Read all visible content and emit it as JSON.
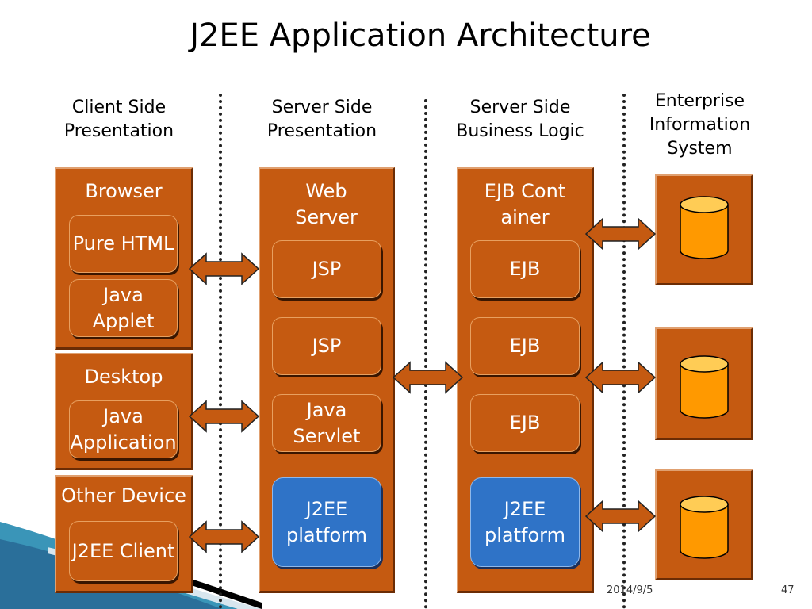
{
  "slide": {
    "title": "J2EE Application Architecture",
    "date": "2014/9/5",
    "page_number": "47"
  },
  "headers": {
    "client": [
      "Client Side",
      "Presentation"
    ],
    "server_presentation": [
      "Server Side",
      "Presentation"
    ],
    "business": [
      "Server Side",
      "Business Logic"
    ],
    "eis": [
      "Enterprise",
      "Information",
      "System"
    ]
  },
  "client_panels": {
    "browser": {
      "title": "Browser",
      "items": [
        "Pure HTML",
        "Java Applet"
      ]
    },
    "desktop": {
      "title": "Desktop",
      "items": [
        "Java Application"
      ]
    },
    "other": {
      "title": "Other Device",
      "items": [
        "J2EE Client"
      ]
    }
  },
  "web_server": {
    "title": "Web Server",
    "items": [
      "JSP",
      "JSP",
      "Java Servlet"
    ],
    "platform": "J2EE platform"
  },
  "ejb_container": {
    "title": "EJB Container",
    "items": [
      "EJB",
      "EJB",
      "EJB"
    ],
    "platform": "J2EE platform"
  },
  "colors": {
    "panel": "#c55a11",
    "platform": "#2f73c7",
    "database": "#ff9900"
  }
}
